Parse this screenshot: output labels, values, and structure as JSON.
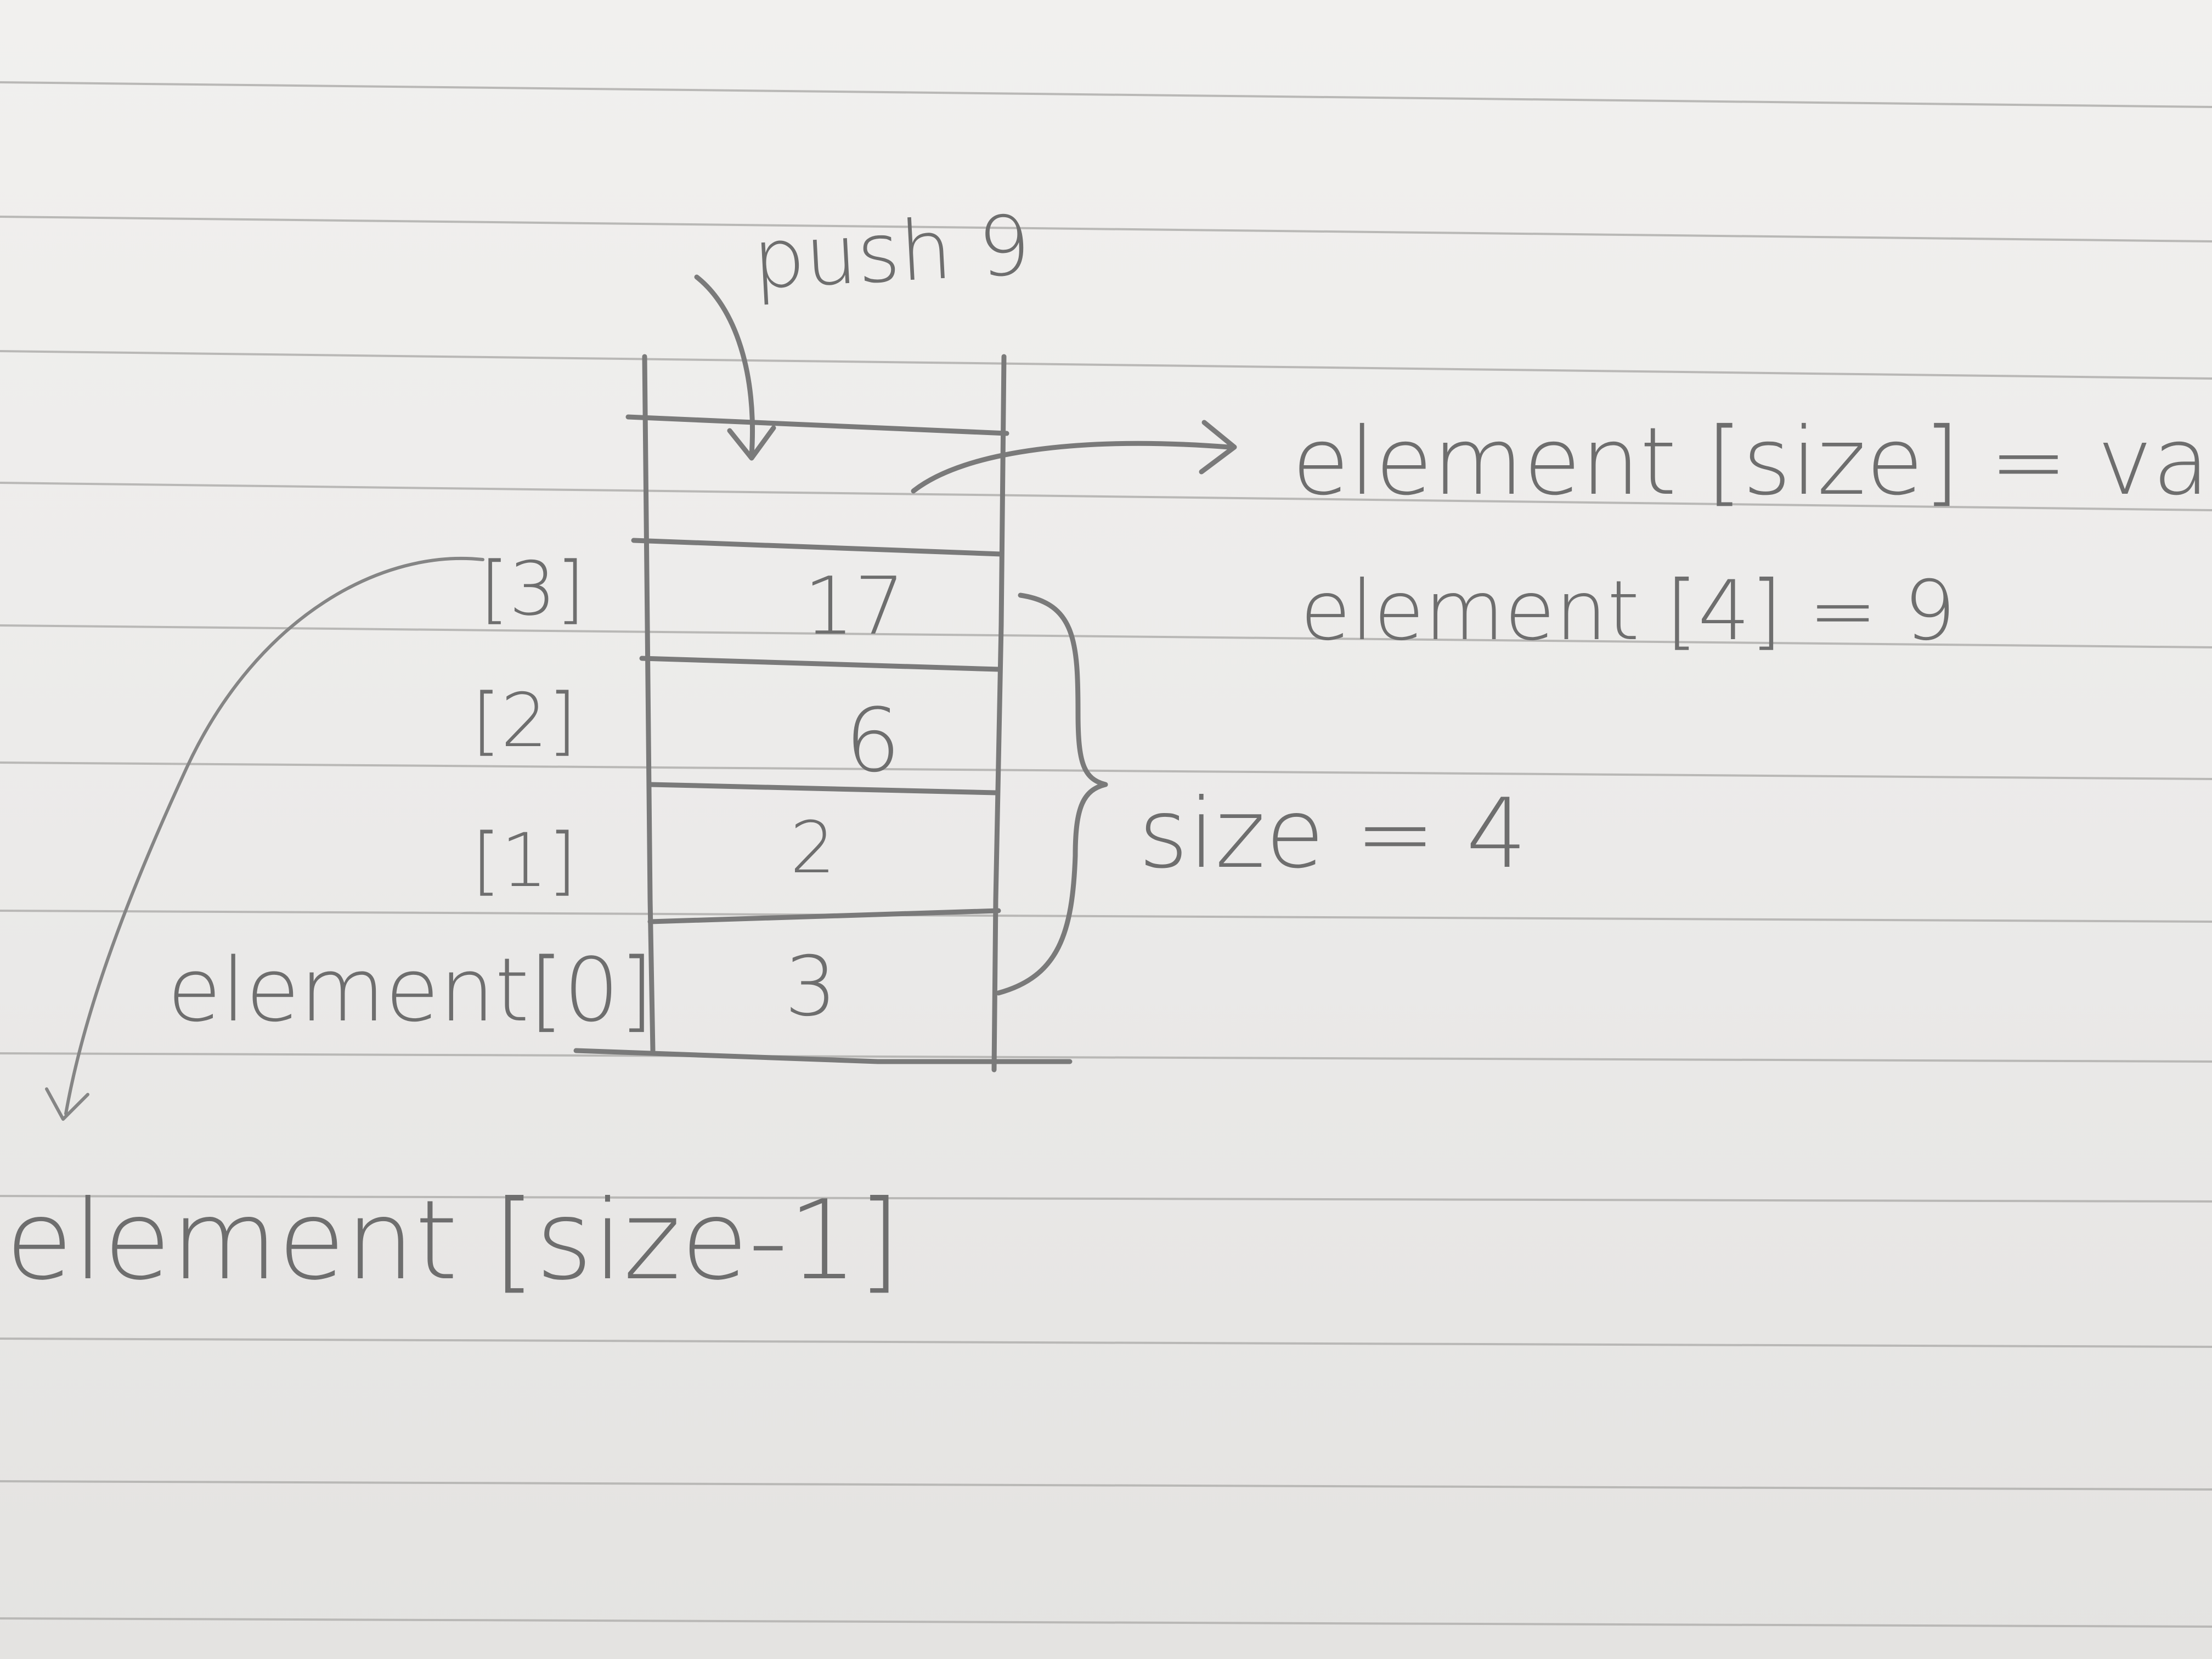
{
  "diagram": {
    "push_label": "push 9",
    "assignment_general": "element [size] = value",
    "assignment_specific": "element [4] = 9",
    "size_label": "size = 4",
    "top_label": "element [size-1]",
    "stack": [
      {
        "index_label": "element[0]",
        "value": "3"
      },
      {
        "index_label": "[1]",
        "value": "2"
      },
      {
        "index_label": "[2]",
        "value": "6"
      },
      {
        "index_label": "[3]",
        "value": "17"
      }
    ]
  },
  "colors": {
    "paper": "#efeeec",
    "ink": "#777777",
    "rule_line": "#b9b8b6"
  }
}
